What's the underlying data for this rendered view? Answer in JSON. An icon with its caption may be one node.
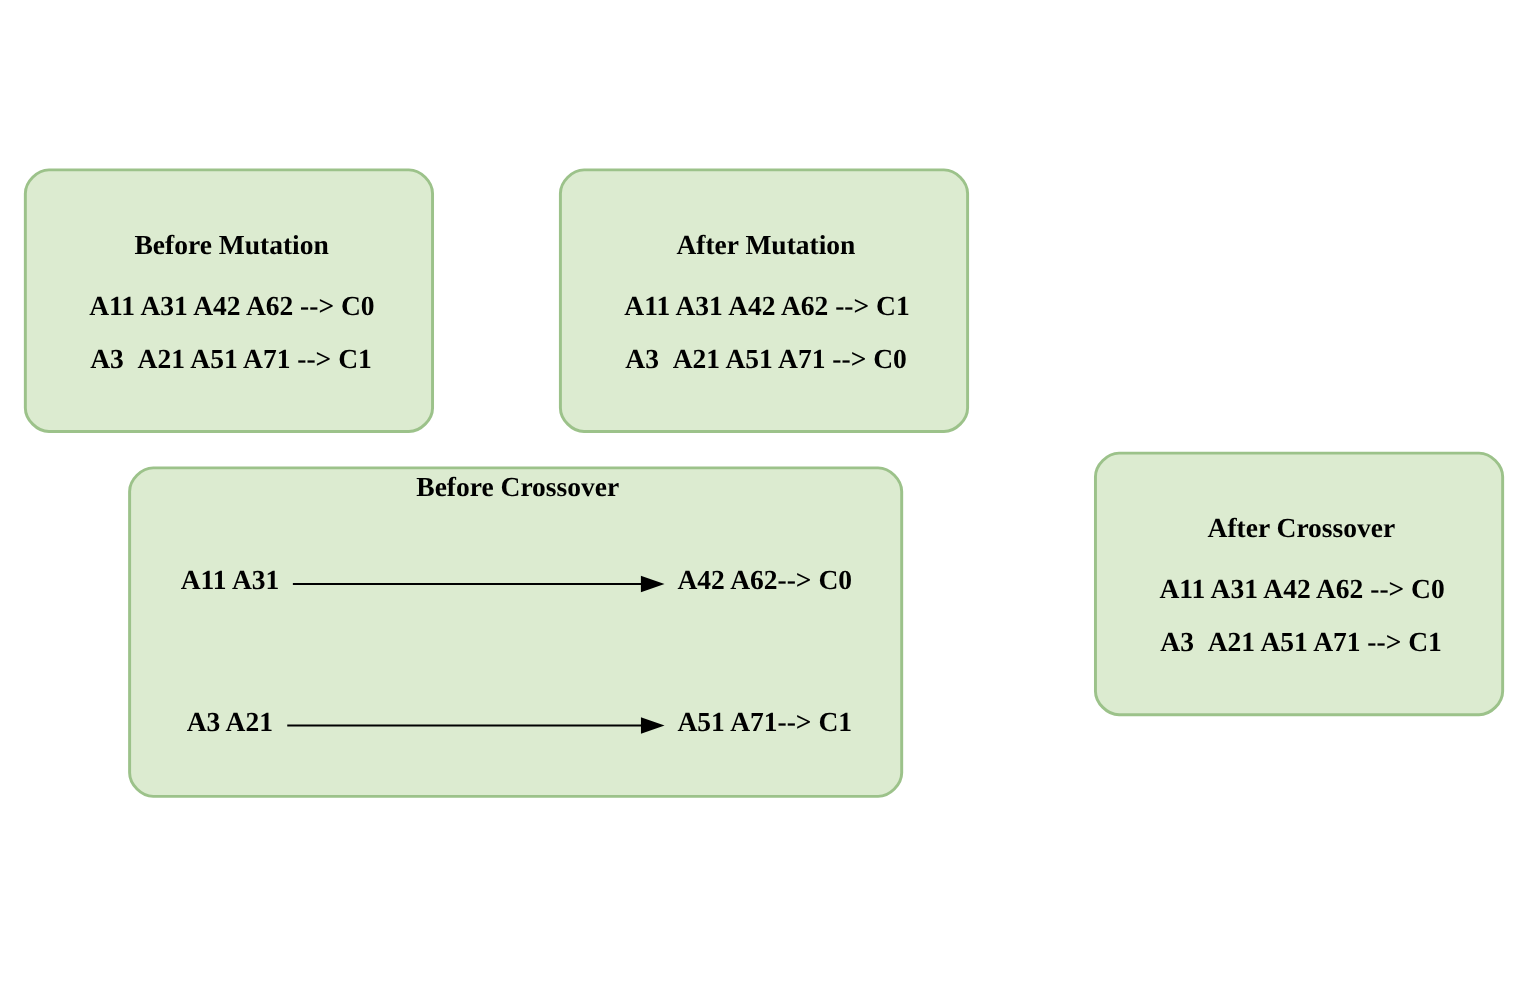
{
  "diagram": {
    "nodes": [
      {
        "text": [
          "Before Crossover"
        ]
      },
      {
        "text": [
          "A11 A31"
        ],
        "in": 0
      },
      {
        "text": [
          "A3 A21"
        ],
        "in": 0
      },
      {
        "text": [
          "A51 A71--> C1"
        ],
        "in": 0
      },
      {
        "text": [
          "A42 A62--> C0"
        ],
        "in": 0
      },
      {
        "text": [
          "After Crossover",
          "A11 A31 A42 A62 --> C0",
          "A3  A21 A51 A71 --> C1"
        ]
      },
      {
        "text": [
          "Before Mutation",
          "A11 A31 A42 A62 --> C0",
          "A3  A21 A51 A71 --> C1"
        ]
      },
      {
        "text": [
          "After Mutation",
          "A11 A31 A42 A62 --> C1",
          "A3  A21 A51 A71 --> C0"
        ]
      }
    ],
    "edges": [
      {
        "from": 1,
        "to": 4,
        "arrow": "to"
      },
      {
        "from": 2,
        "to": 3,
        "arrow": "to"
      }
    ]
  }
}
